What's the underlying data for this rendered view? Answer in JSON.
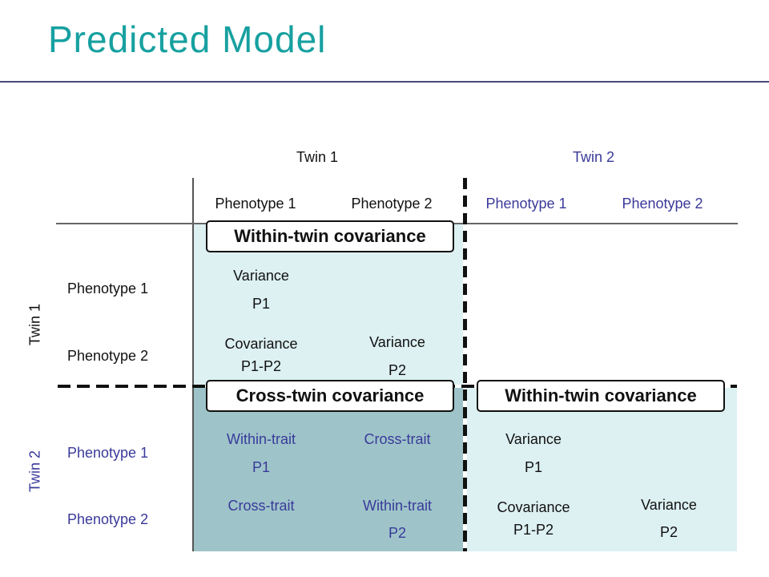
{
  "title": "Predicted Model",
  "col_groups": {
    "twin1": "Twin 1",
    "twin2": "Twin 2"
  },
  "columns": [
    "Phenotype 1",
    "Phenotype 2",
    "Phenotype 1",
    "Phenotype 2"
  ],
  "row_groups": {
    "twin1": "Twin 1",
    "twin2": "Twin 2"
  },
  "rows": [
    "Phenotype 1",
    "Phenotype 2",
    "Phenotype 1",
    "Phenotype 2"
  ],
  "boxes": {
    "within_twin_top": "Within-twin covariance",
    "cross_twin": "Cross-twin covariance",
    "within_twin_bottom": "Within-twin covariance"
  },
  "cells": {
    "r1c1": [
      "Variance",
      "P1"
    ],
    "r2c1": [
      "Covariance",
      "P1-P2"
    ],
    "r2c2": [
      "Variance",
      "P2"
    ],
    "r3c1": [
      "Within-trait",
      "P1"
    ],
    "r3c2": [
      "Cross-trait"
    ],
    "r3c3": [
      "Variance",
      "P1"
    ],
    "r4c1": [
      "Cross-trait"
    ],
    "r4c2": [
      "Within-trait",
      "P2"
    ],
    "r4c3": [
      "Covariance",
      "P1-P2"
    ],
    "r4c4": [
      "Variance",
      "P2"
    ]
  },
  "colors": {
    "title": "#17a0a0",
    "twin2_text": "#3a3a9a",
    "light_fill": "#ddf0f2",
    "dark_fill": "#9ec4c9"
  }
}
